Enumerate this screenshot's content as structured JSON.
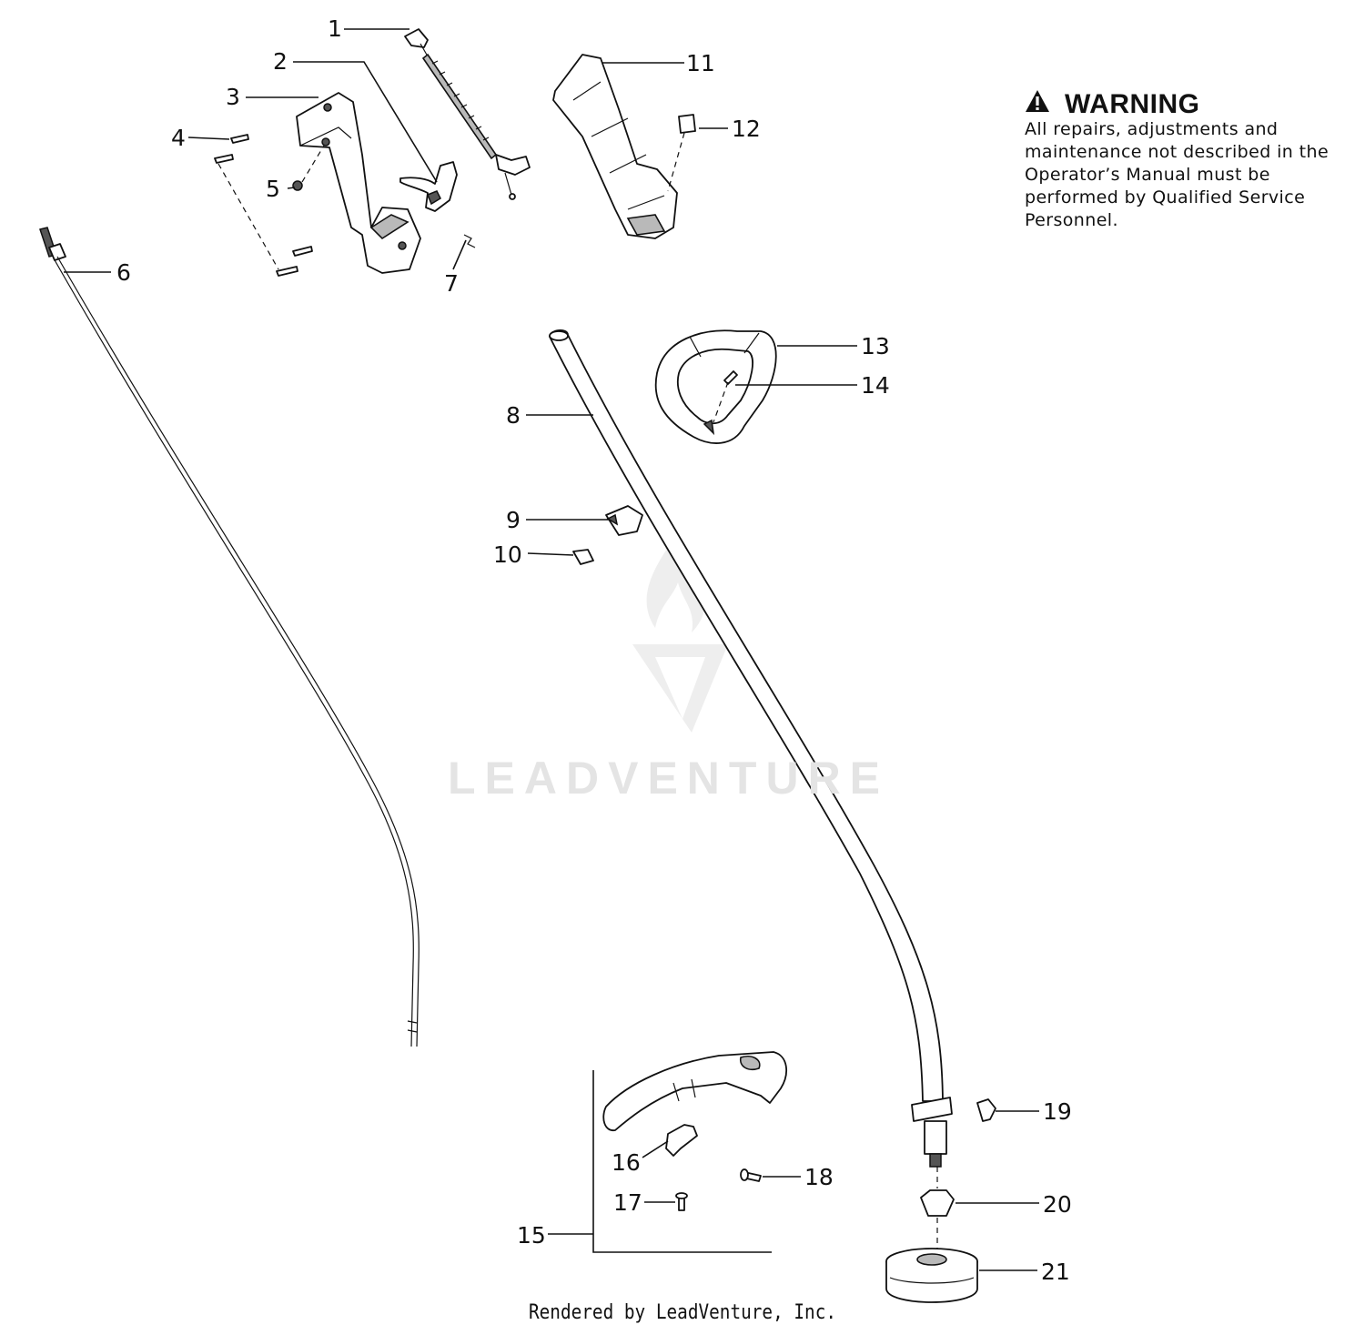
{
  "warning": {
    "title": "WARNING",
    "body": "All repairs, adjustments and maintenance not described in the Operator’s Manual must be performed by Qualified Service Personnel."
  },
  "watermark": "LEADVENTURE",
  "footer": "Rendered by LeadVenture, Inc.",
  "callouts": [
    {
      "id": "c1",
      "label": "1"
    },
    {
      "id": "c2",
      "label": "2"
    },
    {
      "id": "c3",
      "label": "3"
    },
    {
      "id": "c4",
      "label": "4"
    },
    {
      "id": "c5",
      "label": "5"
    },
    {
      "id": "c6",
      "label": "6"
    },
    {
      "id": "c7",
      "label": "7"
    },
    {
      "id": "c8",
      "label": "8"
    },
    {
      "id": "c9",
      "label": "9"
    },
    {
      "id": "c10",
      "label": "10"
    },
    {
      "id": "c11",
      "label": "11"
    },
    {
      "id": "c12",
      "label": "12"
    },
    {
      "id": "c13",
      "label": "13"
    },
    {
      "id": "c14",
      "label": "14"
    },
    {
      "id": "c15",
      "label": "15"
    },
    {
      "id": "c16",
      "label": "16"
    },
    {
      "id": "c17",
      "label": "17"
    },
    {
      "id": "c18",
      "label": "18"
    },
    {
      "id": "c19",
      "label": "19"
    },
    {
      "id": "c20",
      "label": "20"
    },
    {
      "id": "c21",
      "label": "21"
    }
  ]
}
